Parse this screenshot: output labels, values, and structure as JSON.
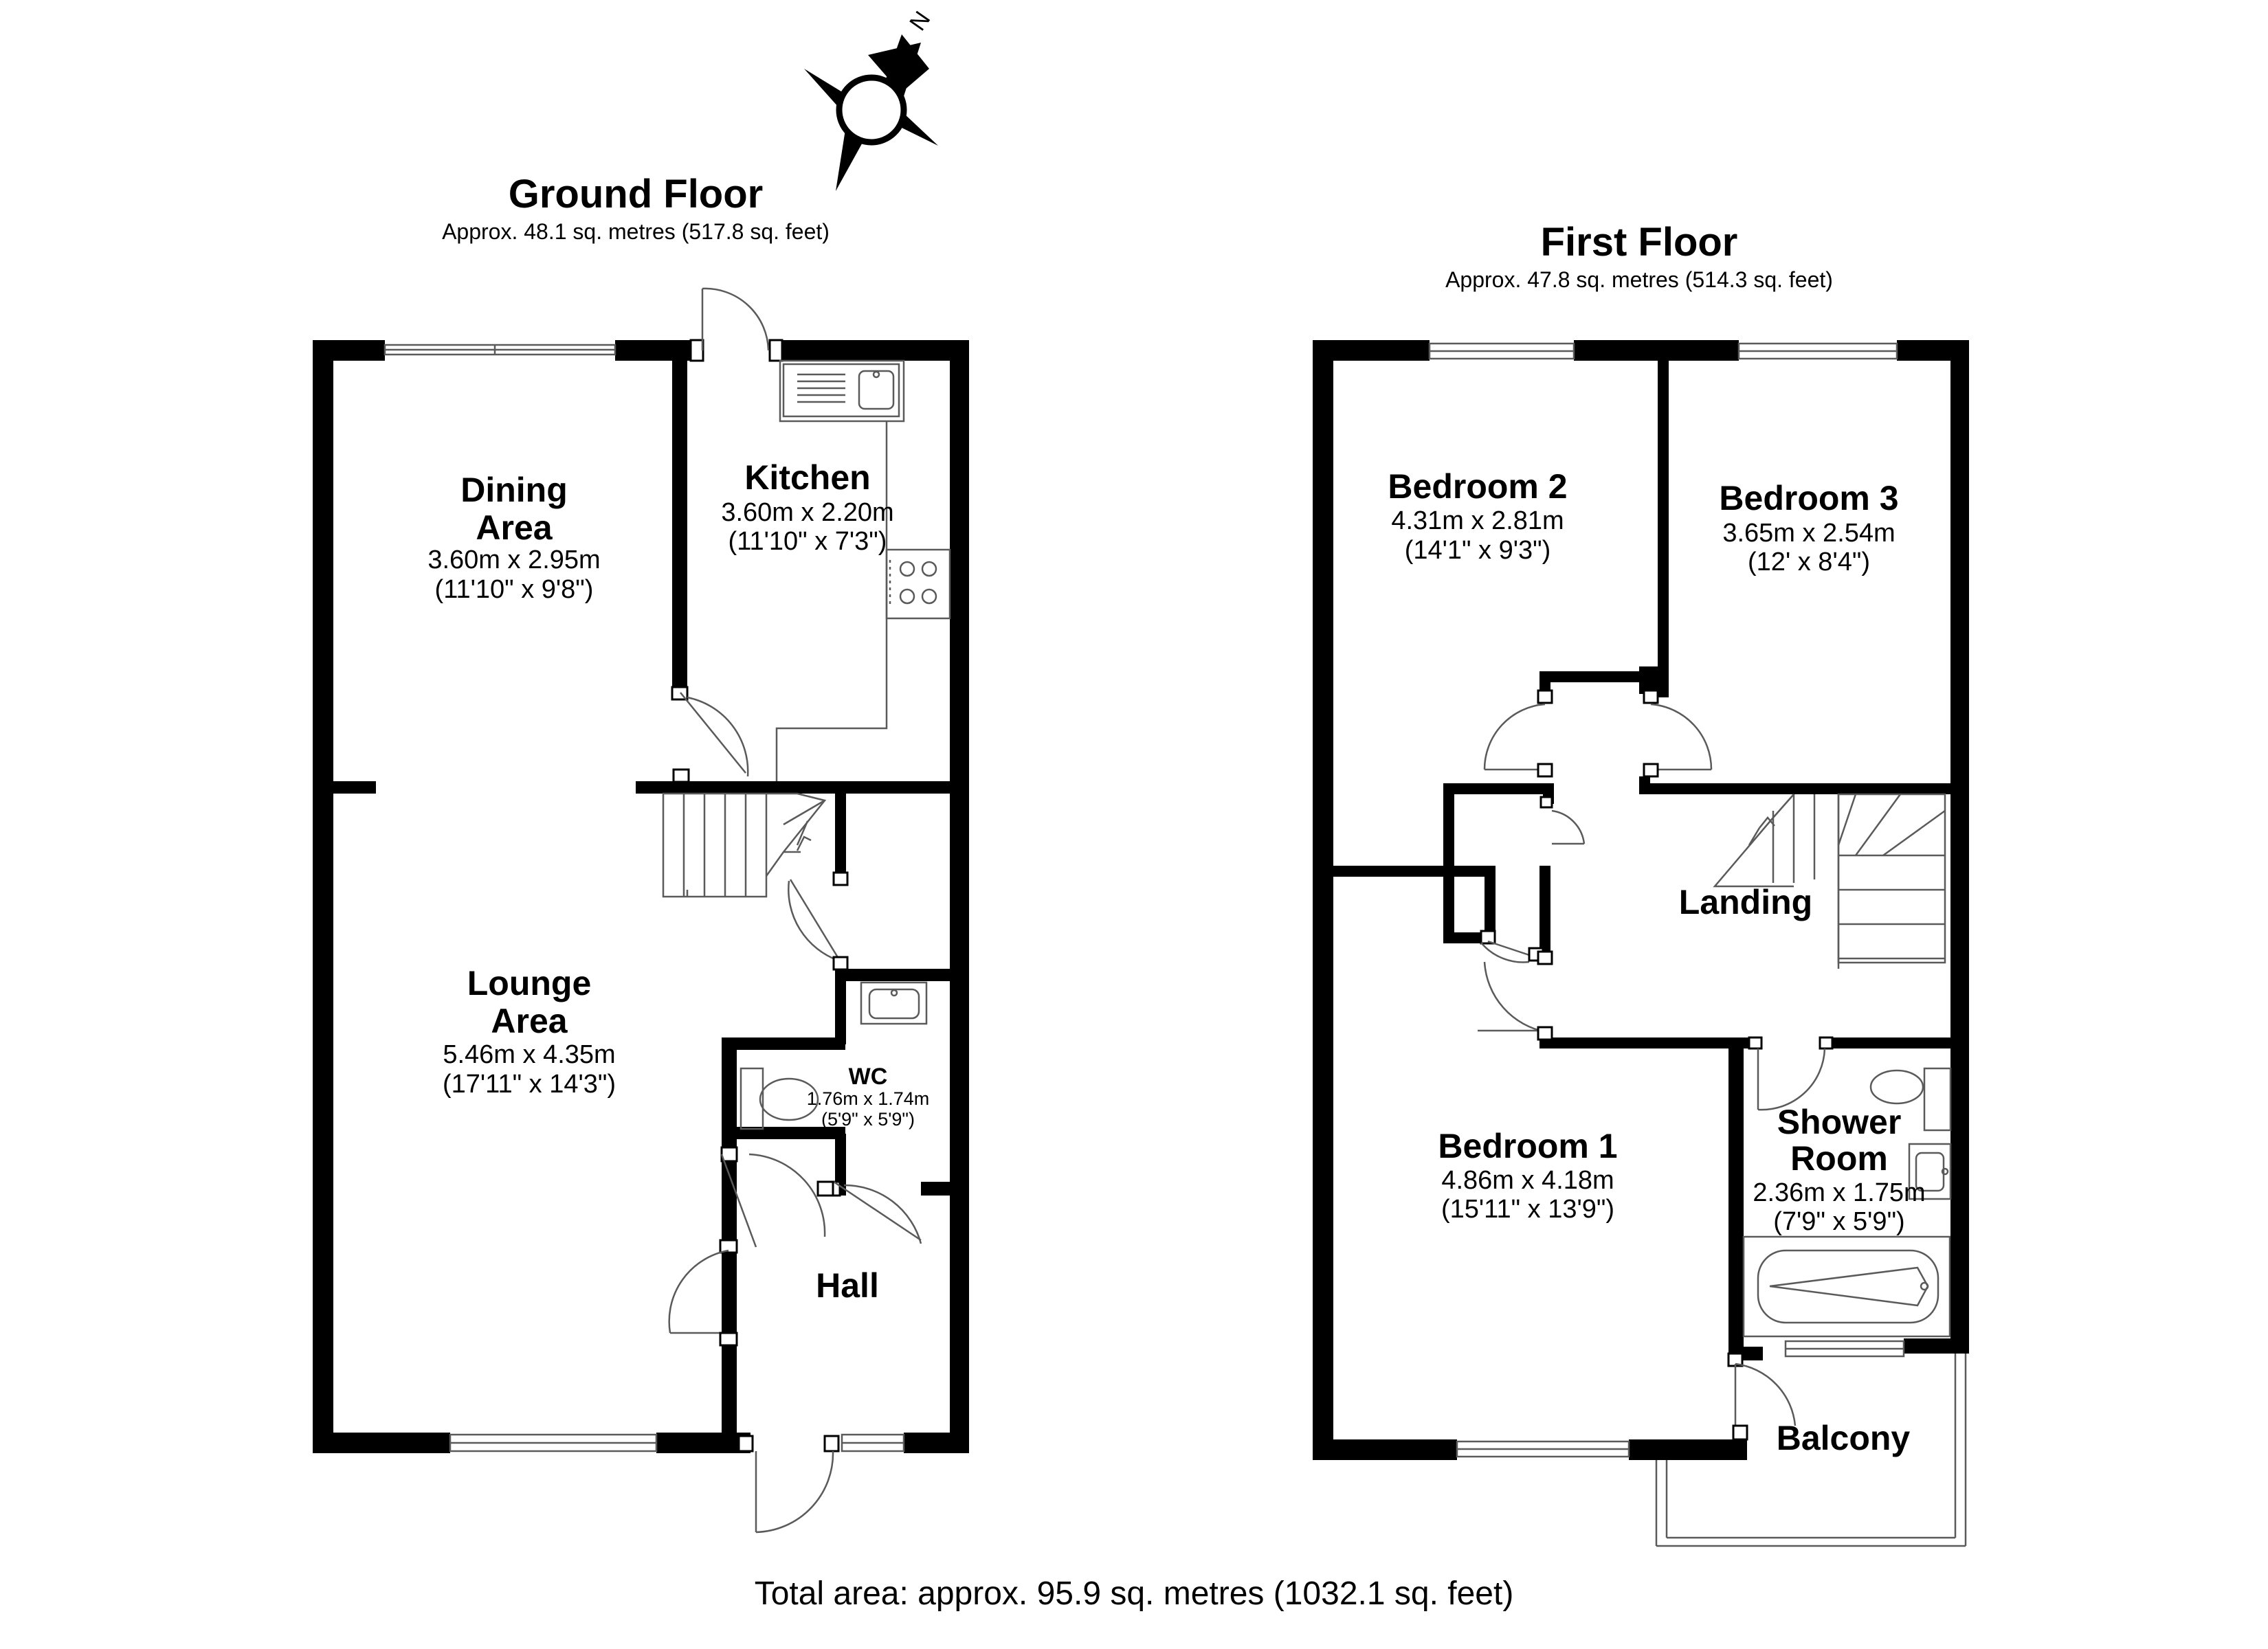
{
  "compass": {
    "north_label": "N"
  },
  "ground_floor": {
    "title": "Ground Floor",
    "area": "Approx. 48.1 sq. metres (517.8 sq. feet)",
    "rooms": {
      "dining": {
        "name_line1": "Dining",
        "name_line2": "Area",
        "dim_m": "3.60m x 2.95m",
        "dim_ft": "(11'10\" x 9'8\")"
      },
      "kitchen": {
        "name": "Kitchen",
        "dim_m": "3.60m x 2.20m",
        "dim_ft": "(11'10\" x 7'3\")"
      },
      "lounge": {
        "name_line1": "Lounge",
        "name_line2": "Area",
        "dim_m": "5.46m x 4.35m",
        "dim_ft": "(17'11\" x 14'3\")"
      },
      "wc": {
        "name": "WC",
        "dim_m": "1.76m x 1.74m",
        "dim_ft": "(5'9\" x 5'9\")"
      },
      "hall": {
        "name": "Hall"
      }
    }
  },
  "first_floor": {
    "title": "First Floor",
    "area": "Approx. 47.8 sq. metres (514.3 sq. feet)",
    "rooms": {
      "bedroom2": {
        "name": "Bedroom 2",
        "dim_m": "4.31m x 2.81m",
        "dim_ft": "(14'1\" x 9'3\")"
      },
      "bedroom3": {
        "name": "Bedroom 3",
        "dim_m": "3.65m x 2.54m",
        "dim_ft": "(12' x 8'4\")"
      },
      "landing": {
        "name": "Landing"
      },
      "bedroom1": {
        "name": "Bedroom 1",
        "dim_m": "4.86m x 4.18m",
        "dim_ft": "(15'11\" x 13'9\")"
      },
      "shower": {
        "name_line1": "Shower",
        "name_line2": "Room",
        "dim_m": "2.36m x 1.75m",
        "dim_ft": "(7'9\" x 5'9\")"
      },
      "balcony": {
        "name": "Balcony"
      }
    }
  },
  "total_area": "Total area: approx. 95.9 sq. metres (1032.1 sq. feet)"
}
